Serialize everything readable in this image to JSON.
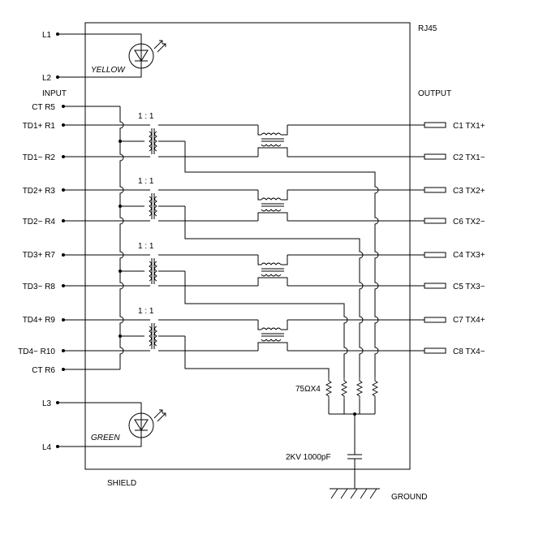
{
  "labels": {
    "rj45": "RJ45",
    "input": "INPUT",
    "output": "OUTPUT",
    "shield": "SHIELD",
    "ground": "GROUND",
    "yellow": "YELLOW",
    "green": "GREEN",
    "ratio": "1 : 1",
    "resistors": "75ΩX4",
    "capacitor": "2KV  1000pF"
  },
  "led_pins": [
    "L1",
    "L2",
    "L3",
    "L4"
  ],
  "left_pins": [
    {
      "name": "CT",
      "pin": "R5"
    },
    {
      "name": "TD1+",
      "pin": "R1"
    },
    {
      "name": "TD1−",
      "pin": "R2"
    },
    {
      "name": "TD2+",
      "pin": "R3"
    },
    {
      "name": "TD2−",
      "pin": "R4"
    },
    {
      "name": "TD3+",
      "pin": "R7"
    },
    {
      "name": "TD3−",
      "pin": "R8"
    },
    {
      "name": "TD4+",
      "pin": "R9"
    },
    {
      "name": "TD4−",
      "pin": "R10"
    },
    {
      "name": "CT",
      "pin": "R6"
    }
  ],
  "right_pins": [
    {
      "pin": "C1",
      "name": "TX1+"
    },
    {
      "pin": "C2",
      "name": "TX1−"
    },
    {
      "pin": "C3",
      "name": "TX2+"
    },
    {
      "pin": "C6",
      "name": "TX2−"
    },
    {
      "pin": "C4",
      "name": "TX3+"
    },
    {
      "pin": "C5",
      "name": "TX3−"
    },
    {
      "pin": "C7",
      "name": "TX4+"
    },
    {
      "pin": "C8",
      "name": "TX4−"
    }
  ]
}
